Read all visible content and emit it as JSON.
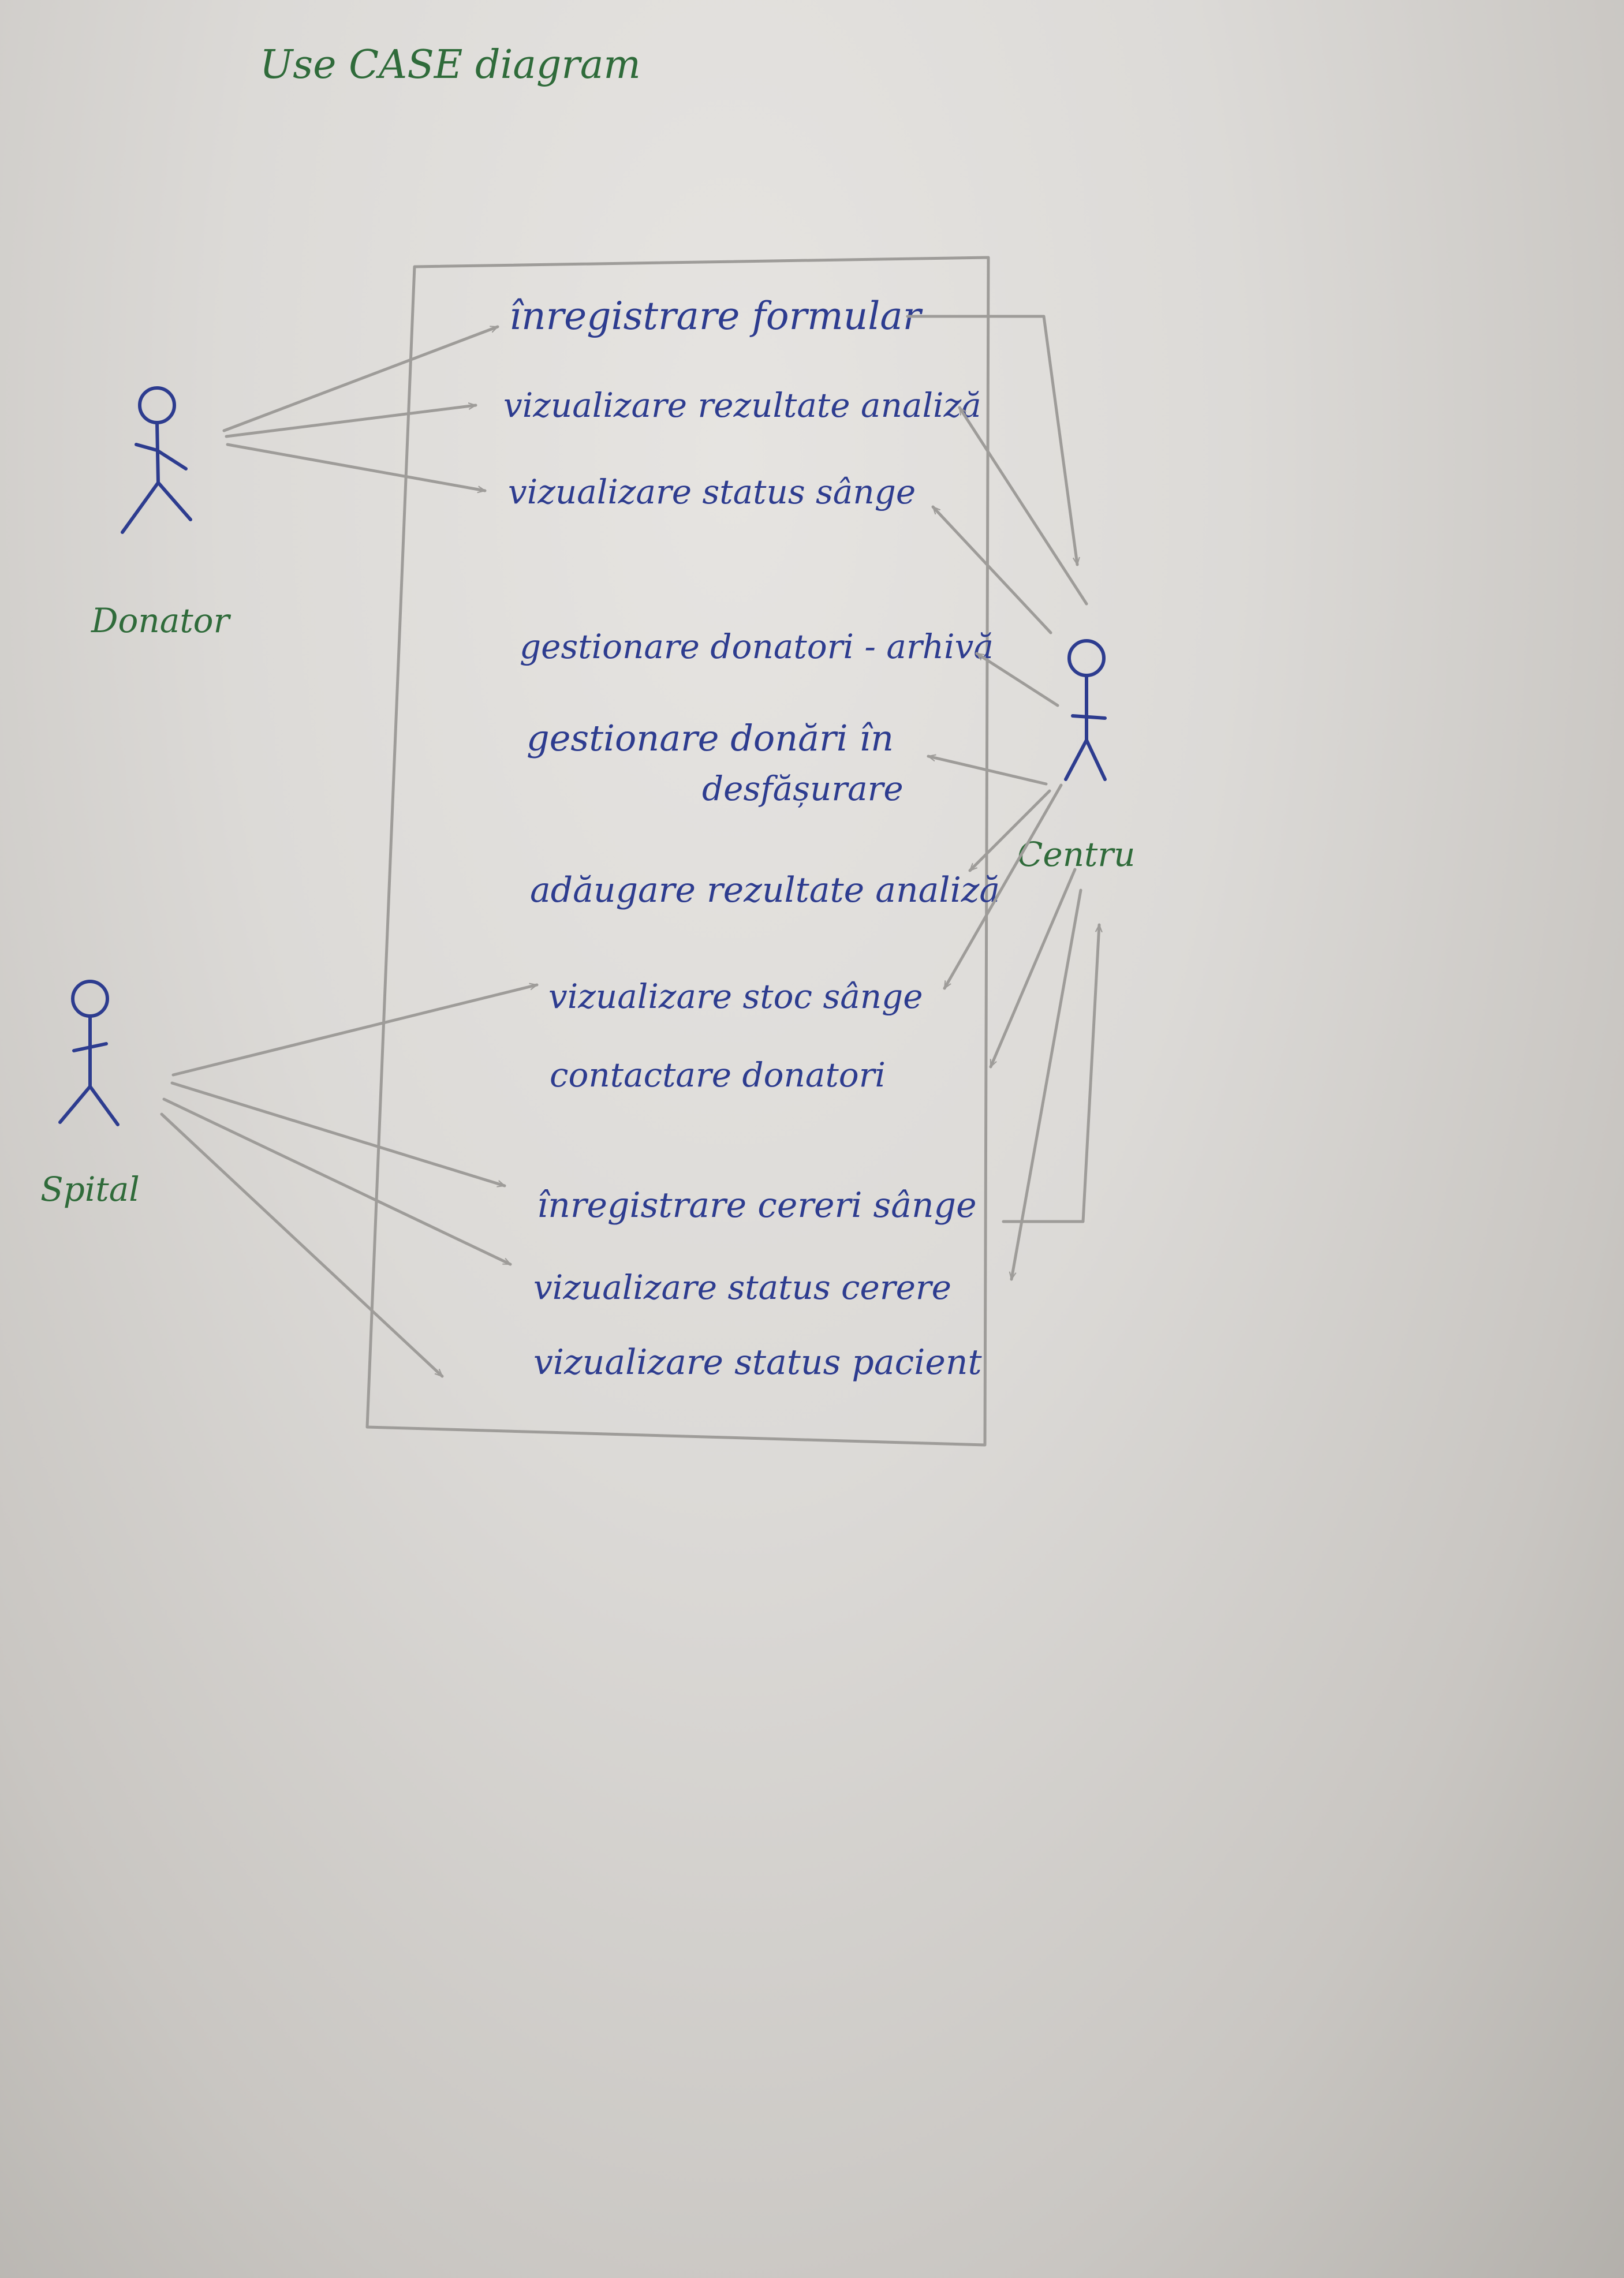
{
  "title": "Use CASE diagram",
  "actors": {
    "donator": "Donator",
    "centru": "Centru",
    "spital": "Spital"
  },
  "use_cases": [
    "înregistrare formular",
    "vizualizare rezultate analiză",
    "vizualizare status sânge",
    "gestionare donatori - arhivă",
    "gestionare donări în",
    "desfășurare",
    "adăugare rezultate analiză",
    "vizualizare stoc sânge",
    "contactare donatori",
    "înregistrare cereri sânge",
    "vizualizare status cerere",
    "vizualizare status pacient"
  ],
  "colors": {
    "title_ink": "#2f6b3a",
    "actor_label_ink": "#2f6b3a",
    "use_case_ink": "#2d3c8f",
    "stick_figure_ink": "#2d3c8f",
    "pencil_lines": "#9e9c99"
  }
}
